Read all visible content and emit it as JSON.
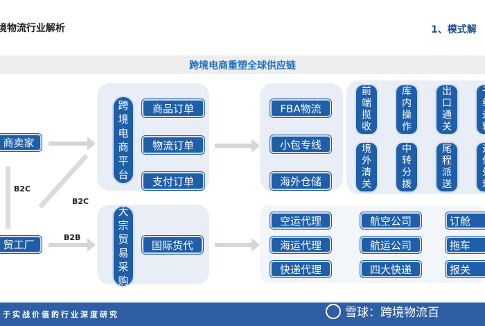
{
  "header": {
    "title": "境物流行业解析",
    "section": "1、模式解"
  },
  "banner": "跨境电商重塑全球供应链",
  "left": {
    "seller": "商卖家",
    "factory": "贸工厂",
    "b2c_1": "B2C",
    "b2c_2": "B2C",
    "b2b": "B2B"
  },
  "platform": {
    "label": [
      "跨",
      "境",
      "电",
      "商",
      "平",
      "台"
    ],
    "orders": [
      "商品订单",
      "物流订单",
      "支付订单"
    ]
  },
  "bulk": {
    "label": [
      "大",
      "宗",
      "贸",
      "易",
      "采",
      "购"
    ],
    "item": "国际货代"
  },
  "logistics": [
    "FBA物流",
    "小包专线",
    "海外仓储"
  ],
  "steps": [
    [
      "前",
      "端",
      "揽",
      "收"
    ],
    [
      "库",
      "内",
      "操",
      "作"
    ],
    [
      "出",
      "口",
      "通",
      "关"
    ],
    [
      "干",
      "线",
      "运",
      "输"
    ],
    [
      "境",
      "外",
      "清",
      "关"
    ],
    [
      "中",
      "转",
      "分",
      "拨"
    ],
    [
      "尾",
      "程",
      "派",
      "送"
    ],
    [
      "退",
      "件",
      "处",
      "理"
    ]
  ],
  "agents": [
    "空运代理",
    "海运代理",
    "快递代理"
  ],
  "carriers": [
    "航空公司",
    "航运公司",
    "四大快递"
  ],
  "services": [
    "订舱",
    "拖车",
    "报关"
  ],
  "footer": {
    "slogan": "于实战价值的行业深度研究",
    "brand": "雪球：跨境物流百"
  },
  "colors": {
    "accent": "#1f5ea8",
    "panel": "#e9eef6",
    "footer": "#2f5fa2"
  }
}
